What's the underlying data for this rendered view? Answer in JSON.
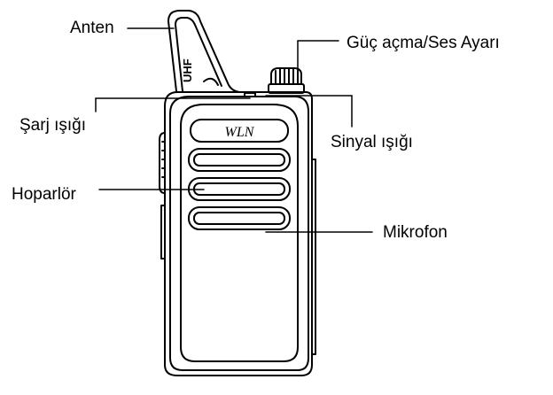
{
  "device": {
    "brand_logo": "WLN",
    "antenna_text": "UHF"
  },
  "labels": {
    "antenna": "Anten",
    "power_volume": "Güç açma/Ses Ayarı",
    "charge_light": "Şarj ışığı",
    "signal_light": "Sinyal ışığı",
    "speaker": "Hoparlör",
    "microphone": "Mikrofon"
  },
  "colors": {
    "stroke": "#000000",
    "background": "#ffffff"
  }
}
